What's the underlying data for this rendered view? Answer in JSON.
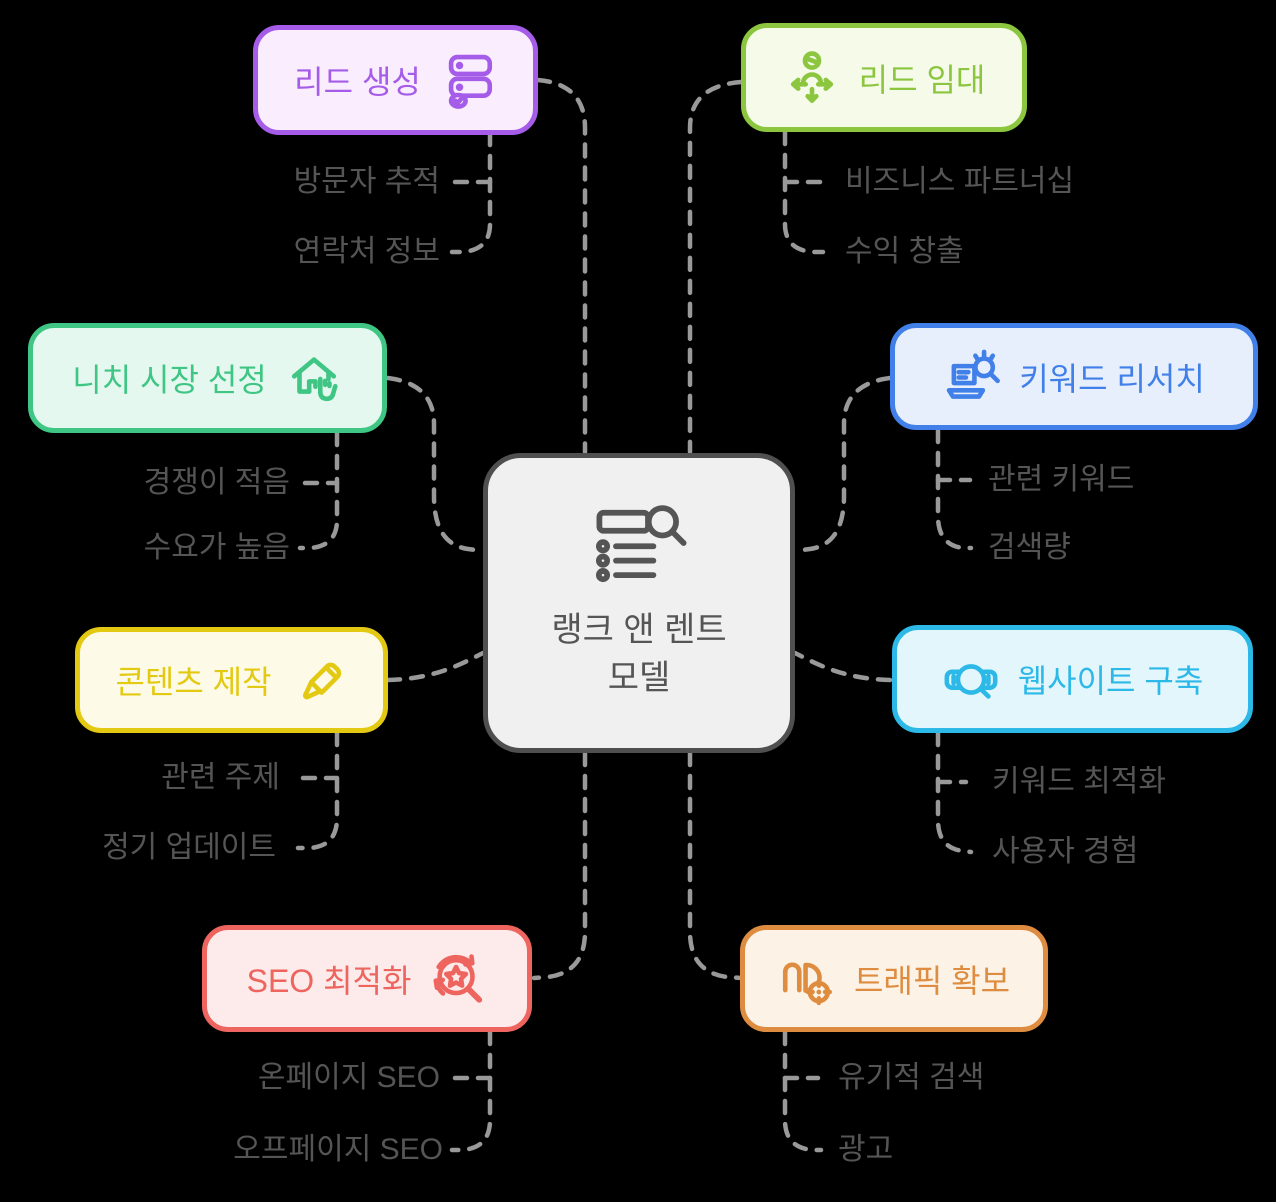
{
  "diagram": {
    "title_hint": "rank-and-rent-model-mindmap",
    "connector_color": "#999999",
    "leaf_text_color": "#555555",
    "center": {
      "label_line1": "랭크 앤 렌트",
      "label_line2": "모델",
      "icon": "search-list-icon",
      "border": "#4f4f4f",
      "bg": "#f0f0f0"
    },
    "branches": [
      {
        "label": "리드 생성",
        "icon": "server-check-icon",
        "border": "#a55ce8",
        "bg": "#f9edfe",
        "children": [
          "방문자 추적",
          "연락처 정보"
        ]
      },
      {
        "label": "리드 임대",
        "icon": "person-distribute-icon",
        "border": "#8cc63e",
        "bg": "#f5fae9",
        "children": [
          "비즈니스 파트너십",
          "수익 창출"
        ]
      },
      {
        "label": "니치 시장 선정",
        "icon": "house-select-icon",
        "border": "#3fc584",
        "bg": "#e5f8ef",
        "children": [
          "경쟁이 적음",
          "수요가 높음"
        ]
      },
      {
        "label": "키워드 리서치",
        "icon": "laptop-search-icon",
        "border": "#4080e8",
        "bg": "#e7eefc",
        "children": [
          "관련 키워드",
          "검색량"
        ]
      },
      {
        "label": "콘텐츠 제작",
        "icon": "marker-icon",
        "border": "#e3c912",
        "bg": "#fdfbe7",
        "children": [
          "관련 주제",
          "정기 업데이트"
        ]
      },
      {
        "label": "웹사이트 구축",
        "icon": "browser-search-icon",
        "border": "#2cb9e8",
        "bg": "#e3f6fc",
        "children": [
          "키워드 최적화",
          "사용자 경험"
        ]
      },
      {
        "label": "SEO 최적화",
        "icon": "seo-star-search-icon",
        "border": "#ed655e",
        "bg": "#fcebea",
        "children": [
          "온페이지 SEO",
          "오프페이지 SEO"
        ]
      },
      {
        "label": "트래픽 확보",
        "icon": "ad-target-icon",
        "border": "#de8c3f",
        "bg": "#fcf2e6",
        "children": [
          "유기적 검색",
          "광고"
        ]
      }
    ]
  }
}
